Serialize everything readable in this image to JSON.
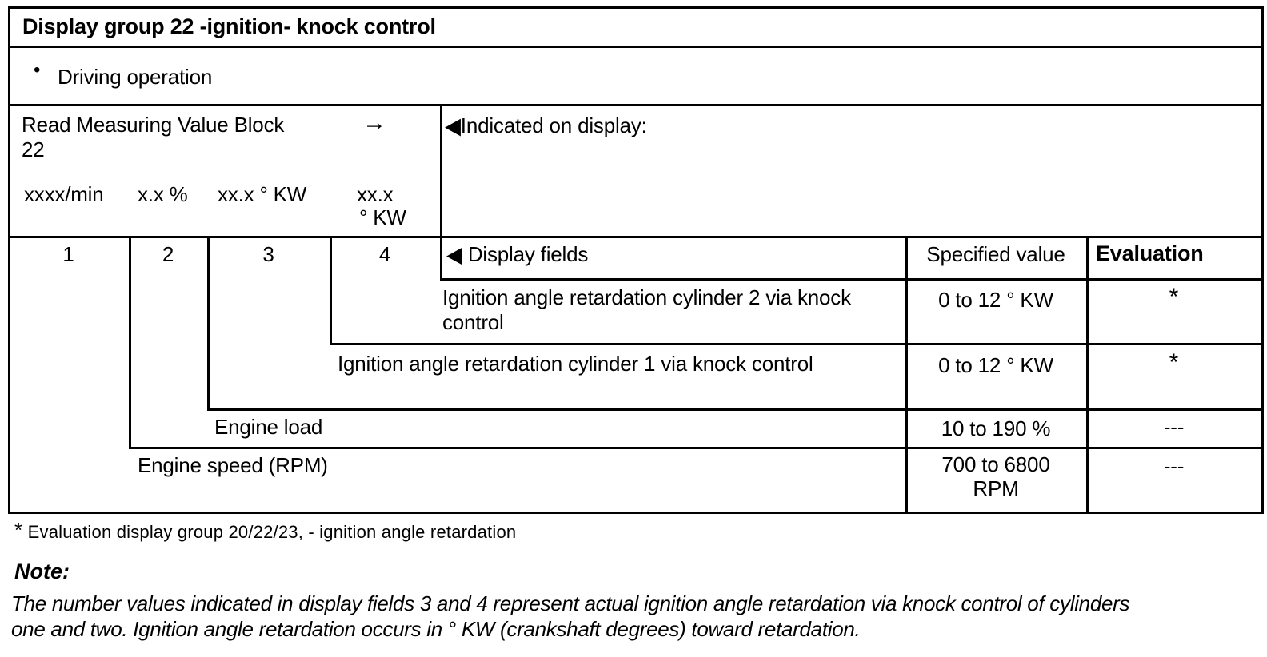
{
  "colors": {
    "ink": "#000000",
    "paper": "#ffffff"
  },
  "icons": {
    "left_triangle": "◀",
    "right_arrow": "→",
    "bullet": "•"
  },
  "title": "Display group 22 -ignition- knock control",
  "operation_bullet": "Driving operation",
  "measuring_block": {
    "line1": "Read Measuring Value Block",
    "line2": "22",
    "field_formats": {
      "f1": "xxxx/min",
      "f2": "x.x %",
      "f3": "xx.x ° KW",
      "f4_line1": "xx.x",
      "f4_line2": "° KW"
    }
  },
  "indicated_on_display": "Indicated on display:",
  "table_header": {
    "field_numbers": [
      "1",
      "2",
      "3",
      "4"
    ],
    "display_fields": "Display fields",
    "specified_value": "Specified value",
    "evaluation": "Evaluation"
  },
  "rows": [
    {
      "field": "4",
      "label": "Ignition angle retardation cylinder 2 via knock control",
      "specified": "0 to 12 ° KW",
      "evaluation": "*"
    },
    {
      "field": "3",
      "label": "Ignition angle retardation cylinder 1 via knock control",
      "specified": "0 to 12 ° KW",
      "evaluation": "*"
    },
    {
      "field": "2",
      "label": "Engine load",
      "specified": "10 to 190 %",
      "evaluation": "---"
    },
    {
      "field": "1",
      "label": "Engine speed (RPM)",
      "specified": "700 to 6800 RPM",
      "evaluation": "---"
    }
  ],
  "footnote": {
    "marker": "*",
    "text": "Evaluation display group 20/22/23, - ignition angle retardation"
  },
  "note": {
    "heading": "Note:",
    "line1": "The number values indicated in display fields 3 and 4 represent actual ignition angle retardation via knock control of cylinders",
    "line2": "one and two. Ignition angle retardation occurs in ° KW (crankshaft degrees) toward retardation."
  }
}
